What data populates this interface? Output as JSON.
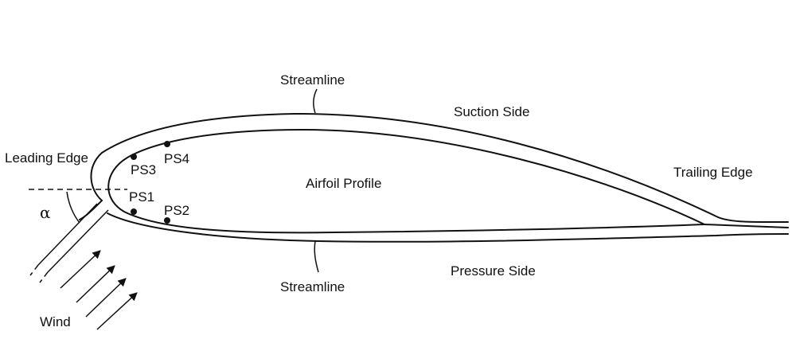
{
  "labels": {
    "streamline_top": "Streamline",
    "streamline_bottom": "Streamline",
    "suction_side": "Suction Side",
    "pressure_side": "Pressure Side",
    "leading_edge": "Leading Edge",
    "trailing_edge": "Trailing Edge",
    "airfoil_profile": "Airfoil Profile",
    "wind": "Wind",
    "angle_of_attack": "α"
  },
  "pressure_sensors": [
    "PS1",
    "PS2",
    "PS3",
    "PS4"
  ]
}
